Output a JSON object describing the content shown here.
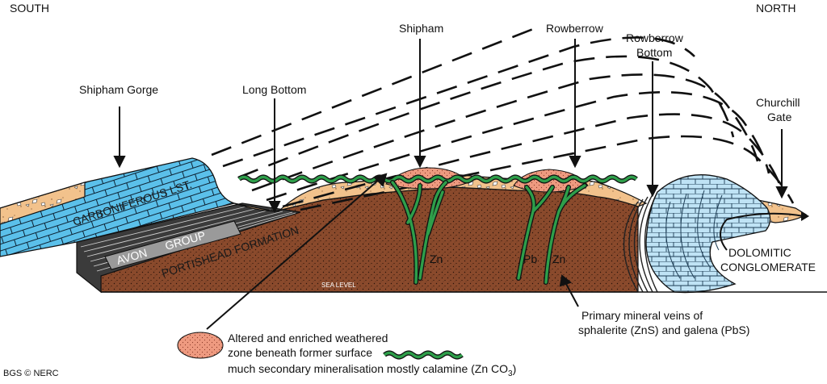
{
  "corners": {
    "south": "SOUTH",
    "north": "NORTH"
  },
  "places": {
    "shipham_gorge": "Shipham Gorge",
    "long_bottom": "Long Bottom",
    "shipham": "Shipham",
    "rowberrow": "Rowberrow",
    "rowberrow_bottom_1": "Rowberrow",
    "rowberrow_bottom_2": "Bottom",
    "churchill_1": "Churchill",
    "churchill_2": "Gate"
  },
  "strata": {
    "carboniferous": "CARBONIFEROUS LST.",
    "avon": "AVON",
    "group": "GROUP",
    "portishead": "PORTISHEAD FORMATION",
    "sea_level": "SEA LEVEL",
    "dolomitic_1": "DOLOMITIC",
    "dolomitic_2": "CONGLOMERATE"
  },
  "minerals": {
    "zn1": "Zn",
    "pb": "Pb",
    "zn2": "Zn"
  },
  "veins_note": {
    "line1": "Primary mineral veins of",
    "line2": "sphalerite (ZnS) and galena (PbS)"
  },
  "legend": {
    "line1": "Altered and enriched weathered",
    "line2": "zone beneath former surface",
    "line3": "much secondary mineralisation mostly calamine (Zn CO",
    "line3_sub": "3",
    "line3_end": ")"
  },
  "credit": "BGS © NERC",
  "colors": {
    "limestone": "#5bc0ea",
    "limestone_light": "#c9e8f7",
    "conglomerate": "#f2c28c",
    "sandstone": "#8a4a2c",
    "altered_zone": "#ee9a80",
    "vein": "#2e9e4a",
    "outline": "#111111"
  }
}
